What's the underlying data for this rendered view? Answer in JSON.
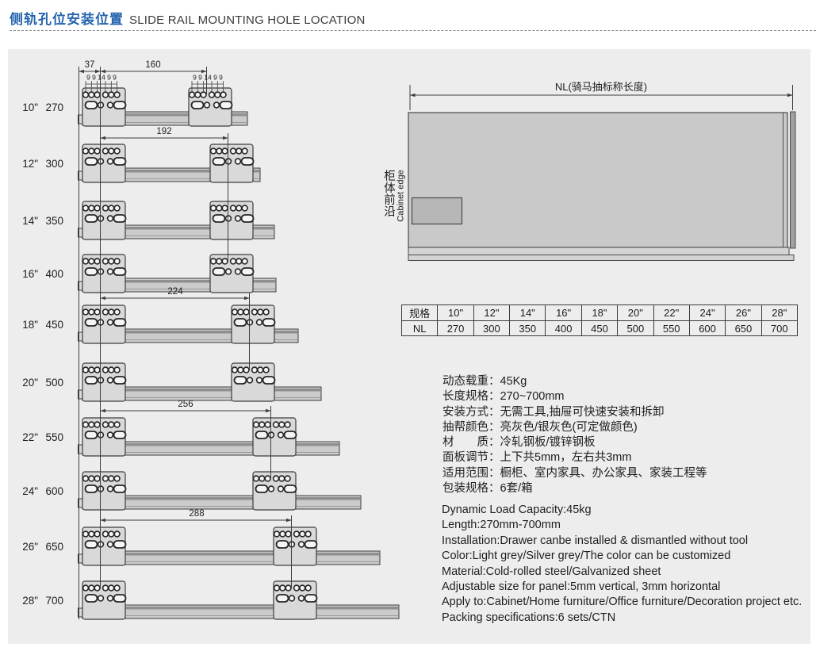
{
  "header": {
    "title_zh": "侧轨孔位安装位置",
    "title_en": "SLIDE RAIL MOUNTING HOLE LOCATION"
  },
  "colors": {
    "accent_blue": "#2565ae",
    "panel_bg": "#ededed",
    "block_fill": "#d9d9d9",
    "line": "#3d3d3d"
  },
  "diagram": {
    "rows": [
      {
        "size": "10\"",
        "nl": "270"
      },
      {
        "size": "12\"",
        "nl": "300"
      },
      {
        "size": "14\"",
        "nl": "350"
      },
      {
        "size": "16\"",
        "nl": "400"
      },
      {
        "size": "18\"",
        "nl": "450"
      },
      {
        "size": "20\"",
        "nl": "500"
      },
      {
        "size": "22\"",
        "nl": "550"
      },
      {
        "size": "24\"",
        "nl": "600"
      },
      {
        "size": "26\"",
        "nl": "650"
      },
      {
        "size": "28\"",
        "nl": "700"
      }
    ],
    "dim_37": "37",
    "dim_160": "160",
    "span_dims": [
      "192",
      "224",
      "256",
      "288"
    ],
    "hole_spacing_label": "9 9 14 9 9"
  },
  "panel_diagram": {
    "nl_label": "NL(骑马抽标称长度)",
    "cabinet_edge_zh": "柜体前沿",
    "cabinet_edge_en": "Cabinet edge"
  },
  "table": {
    "header_row": [
      "规格",
      "10\"",
      "12\"",
      "14\"",
      "16\"",
      "18\"",
      "20\"",
      "22\"",
      "24\"",
      "26\"",
      "28\""
    ],
    "nl_row": [
      "NL",
      "270",
      "300",
      "350",
      "400",
      "450",
      "500",
      "550",
      "600",
      "650",
      "700"
    ]
  },
  "specs_zh": [
    "动态载重：45Kg",
    "长度规格：270~700mm",
    "安装方式：无需工具,抽屉可快速安装和拆卸",
    "抽帮颜色：亮灰色/银灰色(可定做颜色)",
    "材　　质：冷轧钢板/镀锌钢板",
    "面板调节：上下共5mm，左右共3mm",
    "适用范围：橱柜、室内家具、办公家具、家装工程等",
    "包装规格：6套/箱"
  ],
  "specs_en": [
    "Dynamic Load Capacity:45kg",
    "Length:270mm-700mm",
    "Installation:Drawer canbe installed & dismantled without tool",
    "Color:Light grey/Silver grey/The color can be customized",
    "Material:Cold-rolled steel/Galvanized sheet",
    "Adjustable size for panel:5mm vertical, 3mm horizontal",
    "Apply to:Cabinet/Home furniture/Office furniture/Decoration project etc.",
    "Packing specifications:6 sets/CTN"
  ]
}
